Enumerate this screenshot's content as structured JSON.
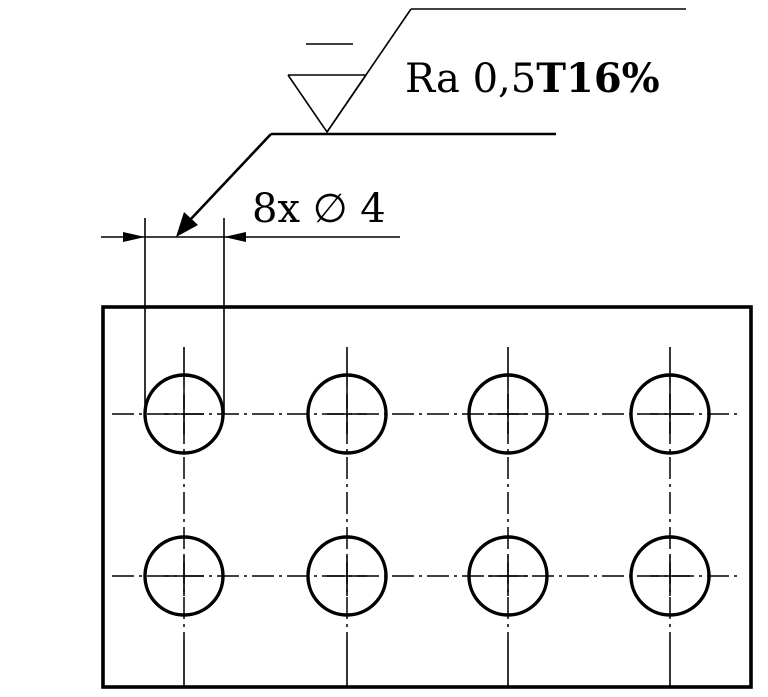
{
  "roughness": {
    "parameter": "Ra 0,5",
    "tolerance": "T16%"
  },
  "dimension": {
    "text": "8x ∅ 4"
  },
  "holes": {
    "rows": 2,
    "columns": 4
  },
  "colors": {
    "ink": "#000000",
    "paper": "#ffffff"
  }
}
